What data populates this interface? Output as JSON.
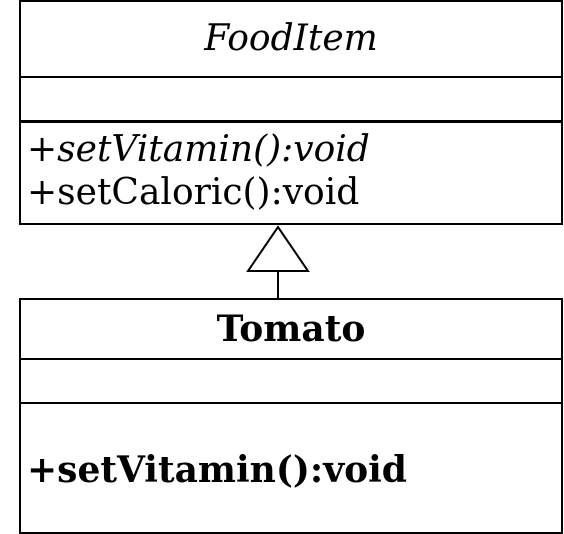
{
  "diagram": {
    "parent_class": {
      "name": "FoodItem",
      "name_style": "italic",
      "attributes": [],
      "operations": [
        {
          "label": "+",
          "signature": "setVitamin():void",
          "style": "italic"
        },
        {
          "label": "+",
          "signature": "setCaloric():void",
          "style": "normal"
        }
      ]
    },
    "child_class": {
      "name": "Tomato",
      "name_style": "bold",
      "attributes": [],
      "operations": [
        {
          "label": "+",
          "signature": "setVitamin():void",
          "style": "bold"
        }
      ]
    },
    "relationship": {
      "type": "generalization",
      "from": "Tomato",
      "to": "FoodItem"
    },
    "colors": {
      "line": "#000000",
      "background": "#ffffff",
      "text": "#000000"
    }
  }
}
